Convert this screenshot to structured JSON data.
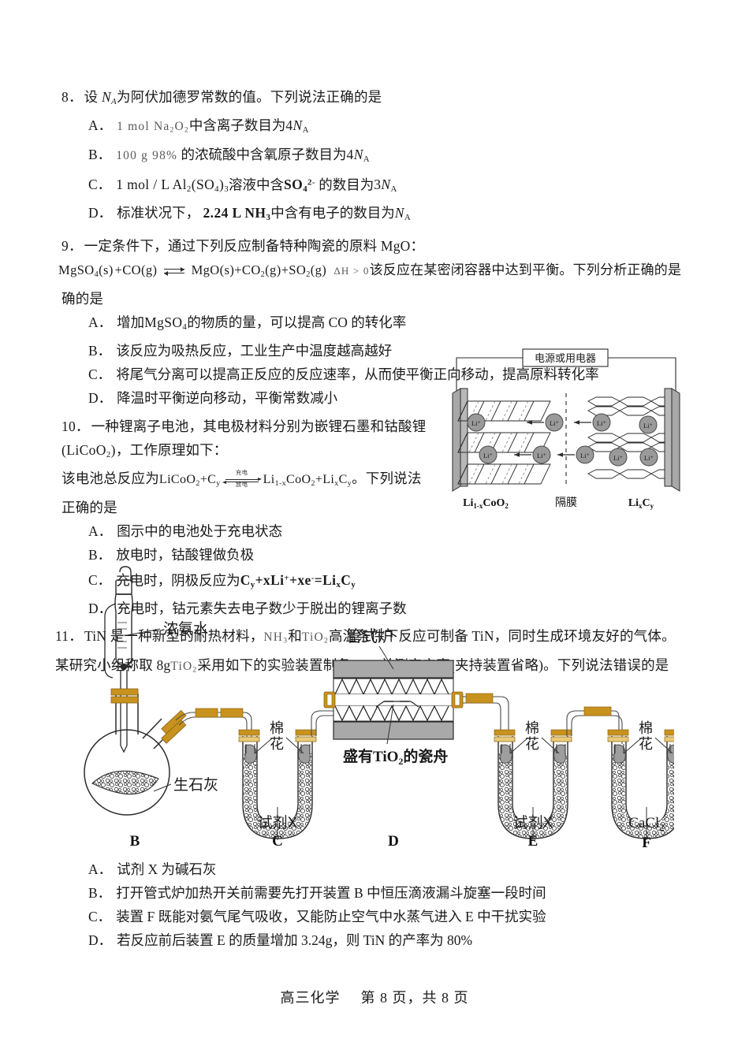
{
  "page": {
    "subject_footer": "高三化学",
    "page_indicator": "第 8 页，共 8 页",
    "sheet_width": 950,
    "sheet_height": 1345,
    "background": "#ffffff",
    "ink": "#1a1a1a"
  },
  "questions": [
    {
      "number": "8．",
      "stem": "设 N A 为阿伏加德罗常数的值。下列说法正确的是",
      "stem_parts": {
        "lead": "设",
        "symbol": "N",
        "symbol_sub": "A",
        "tail": "为阿伏加德罗常数的值。下列说法正确的是"
      },
      "options": [
        {
          "label": "A．",
          "formula": "1 mol Na2O2",
          "text": "中含离子数目为",
          "after": "4NA"
        },
        {
          "label": "B．",
          "formula": "100 g 98%",
          "text": "的浓硫酸中含氧原子数目为",
          "after": "4NA"
        },
        {
          "label": "C．",
          "formula": "1 mol/L Al2(SO4)3",
          "text": "溶液中含 SO4^2- 的数目为",
          "after": "3NA"
        },
        {
          "label": "D．",
          "formula": "2.24 L NH3",
          "text": "标准状况下， 2.24 L NH3 中含有电子的数目为 NA",
          "after": "NA"
        }
      ]
    },
    {
      "number": "9．",
      "stem_line1": "一定条件下，通过下列反应制备特种陶瓷的原料 MgO：",
      "equation": {
        "left": "MgSO4(s)+CO(g)",
        "arrow": "reversible",
        "right": "MgO(s)+CO2(g)+SO2(g)",
        "delta_h": "ΔH > 0"
      },
      "stem_line2_tail": "该反应在某密闭容器中达到平衡。下列分析正确的是",
      "stem_line3": "确的是",
      "options": [
        {
          "label": "A．",
          "text": "增加 MgSO4 的物质的量，可以提高 CO 的转化率"
        },
        {
          "label": "B．",
          "text": "该反应为吸热反应，工业生产中温度越高越好"
        },
        {
          "label": "C．",
          "text": "将尾气分离可以提高正反应的反应速率，从而使平衡正向移动，提高原料转化率"
        },
        {
          "label": "D．",
          "text": "降温时平衡逆向移动，平衡常数减小"
        }
      ]
    },
    {
      "number": "10．",
      "stem_line1": "一种锂离子电池，其电极材料分别为嵌锂石墨和钴酸锂",
      "stem_line2": "(LiCoO2)，工作原理如下：",
      "stem_line3_prefix": "该电池总反应为",
      "equation": {
        "left": "LiCoO2+Cy",
        "arrow_top": "充电",
        "arrow_bottom": "放电",
        "right": "Li1-xCoO2+LixCy"
      },
      "stem_line3_tail": "。下列说法",
      "stem_line4": "正确的是",
      "options": [
        {
          "label": "A．",
          "text": "图示中的电池处于充电状态"
        },
        {
          "label": "B．",
          "text": "放电时，钴酸锂做负极"
        },
        {
          "label": "C．",
          "text": "充电时，阴极反应为 Cy+xLi+ +xe- =LixCy"
        },
        {
          "label": "D．",
          "text": "充电时，钴元素失去电子数少于脱出的锂离子数"
        }
      ]
    },
    {
      "number": "11．",
      "stem_line1": "TiN 是一种新型的耐热材料， NH3 和 TiO2 高温条件下反应可制备 TiN，同时生成环境友好的气体。",
      "stem_line2": "某研究小组称取 8gTiO2 采用如下的实验装置制备 TiN 并测定产率(夹持装置省略)。下列说法错误的是",
      "options": [
        {
          "label": "A．",
          "text": "试剂 X 为碱石灰"
        },
        {
          "label": "B．",
          "text": "打开管式炉加热开关前需要先打开装置 B 中恒压滴液漏斗旋塞一段时间"
        },
        {
          "label": "C．",
          "text": "装置 F 既能对氨气尾气吸收，又能防止空气中水蒸气进入 E 中干扰实验"
        },
        {
          "label": "D．",
          "text": "若反应前后装置 E 的质量增加 3.24g，则 TiN 的产率为 80%"
        }
      ]
    }
  ],
  "battery_figure": {
    "power_label": "电源或用电器",
    "left_electrode_label": "Li1-xCoO2",
    "separator_label": "隔膜",
    "right_electrode_label": "LixCy",
    "ion_label": "Li+",
    "ion_count_left": 2,
    "ion_count_middle": 4,
    "ion_count_right": 4,
    "electrode_fill": "#a8a8a8",
    "ion_fill": "#9a9a9a",
    "line_color": "#2b2b2b"
  },
  "apparatus_figure": {
    "labels": {
      "ammonia": "浓氨水",
      "quicklime": "生石灰",
      "furnace": "管式炉",
      "boat": "盛有TiO2的瓷舟",
      "cotton": "棉\n花",
      "reagent_x": "试剂X",
      "cacl2": "CaCl2"
    },
    "device_letters": [
      "B",
      "C",
      "D",
      "E",
      "F"
    ],
    "connector_color": "#c8921e",
    "connector_highlight": "#e8c97a",
    "furnace_body_color": "#a9a9a9",
    "granule_outline": "#333333",
    "cotton_fill": "#9e9e9e"
  }
}
